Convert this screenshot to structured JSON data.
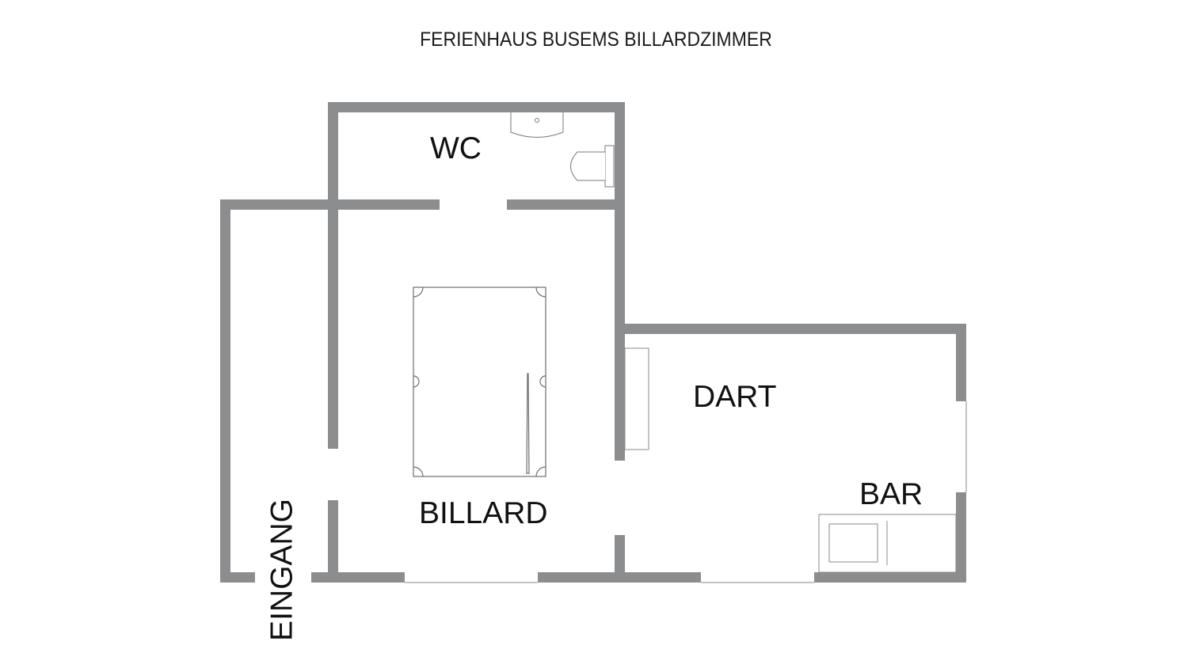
{
  "title": "FERIENHAUS BUSEMS BILLARDZIMMER",
  "rooms": {
    "wc": {
      "label": "WC",
      "fixtures": [
        "sink-icon",
        "toilet-icon"
      ]
    },
    "billard": {
      "label": "BILLARD",
      "fixtures": [
        "billiard-table-icon",
        "billiard-cue-icon"
      ]
    },
    "dart": {
      "label": "DART",
      "fixtures": [
        "dartboard-panel-icon"
      ]
    },
    "bar": {
      "label": "BAR",
      "fixtures": [
        "bar-counter-icon",
        "bar-sink-icon"
      ]
    },
    "entrance": {
      "label": "EINGANG"
    }
  },
  "colors": {
    "wall": "#8c8d8f",
    "fixture_stroke": "#7a7a7a",
    "text": "#111111",
    "background": "#ffffff"
  }
}
